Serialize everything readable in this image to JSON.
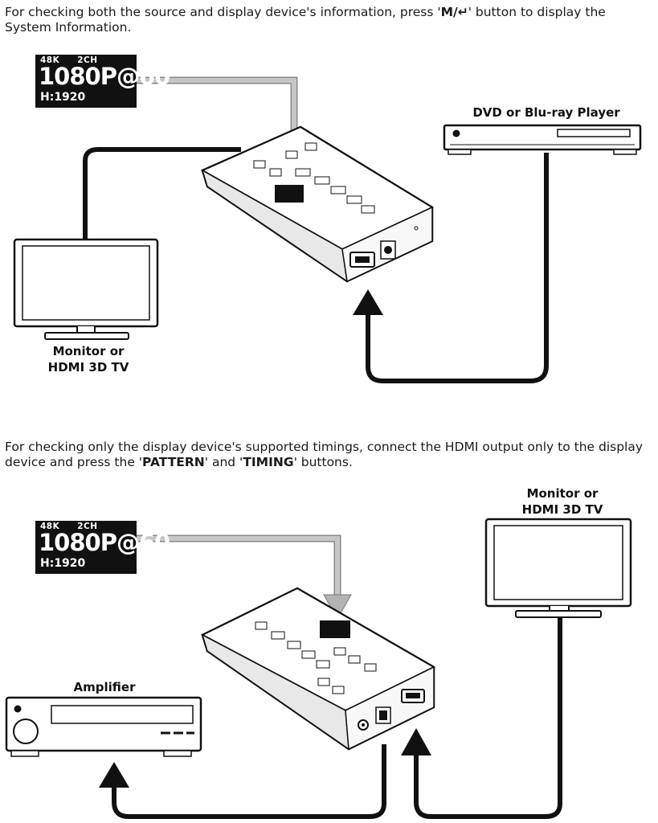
{
  "section1": {
    "instruction_prefix": "For checking both the source and display device's information, press '",
    "instruction_key": "M/↵",
    "instruction_suffix": "' button to display the System Information.",
    "osd": {
      "audio_rate": "48K",
      "channels": "2CH",
      "resolution": "1080P@60",
      "h_res": "H:1920"
    },
    "source_label": "DVD or Blu-ray Player",
    "display_label_line1": "Monitor or",
    "display_label_line2": "HDMI 3D TV"
  },
  "section2": {
    "instruction_prefix": "For checking only the display device's supported timings, connect the HDMI output only to the display device and press the '",
    "instruction_key1": "PATTERN",
    "instruction_mid": "' and '",
    "instruction_key2": "TIMING",
    "instruction_suffix": "' buttons.",
    "osd": {
      "audio_rate": "48K",
      "channels": "2CH",
      "resolution": "1080P@60",
      "h_res": "H:1920"
    },
    "amplifier_label": "Amplifier",
    "display_label_line1": "Monitor or",
    "display_label_line2": "HDMI 3D TV"
  },
  "colors": {
    "ink": "#111111",
    "signal_arrow": "#b3b3b3",
    "device_fill": "#f4f4f4"
  }
}
